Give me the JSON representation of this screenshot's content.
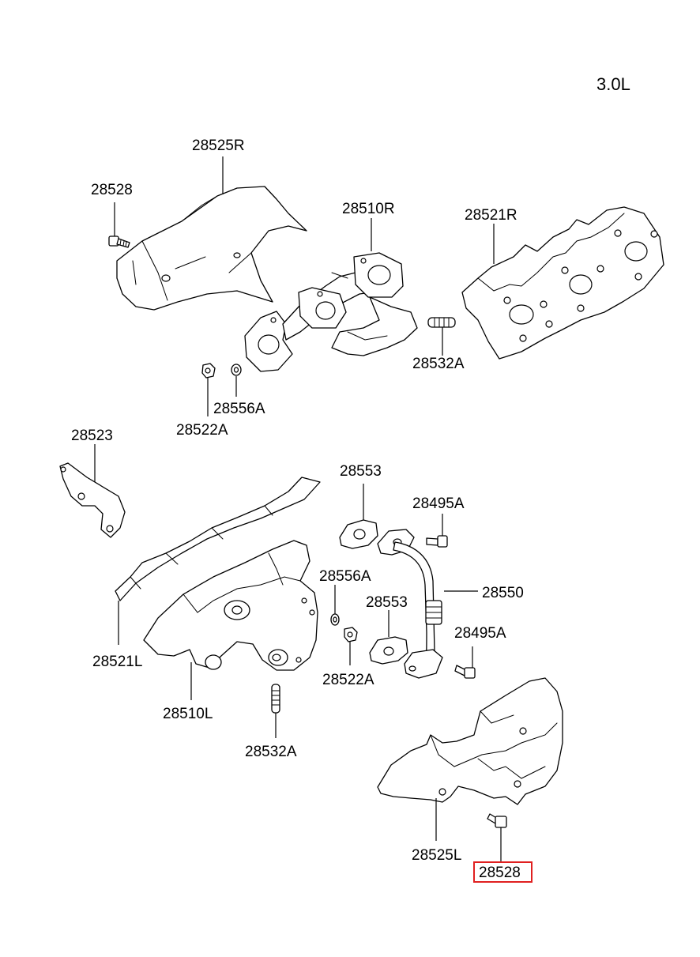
{
  "engine_label": "3.0L",
  "highlight_color": "#e02020",
  "labels": {
    "p28525R": "28525R",
    "p28528_top": "28528",
    "p28510R": "28510R",
    "p28521R": "28521R",
    "p28532A_top": "28532A",
    "p28556A_top": "28556A",
    "p28522A_top": "28522A",
    "p28523": "28523",
    "p28553_top": "28553",
    "p28495A_top": "28495A",
    "p28556A_mid": "28556A",
    "p28550": "28550",
    "p28553_mid": "28553",
    "p28495A_mid": "28495A",
    "p28521L": "28521L",
    "p28522A_mid": "28522A",
    "p28510L": "28510L",
    "p28532A_bottom": "28532A",
    "p28525L": "28525L",
    "p28528_bottom": "28528"
  }
}
